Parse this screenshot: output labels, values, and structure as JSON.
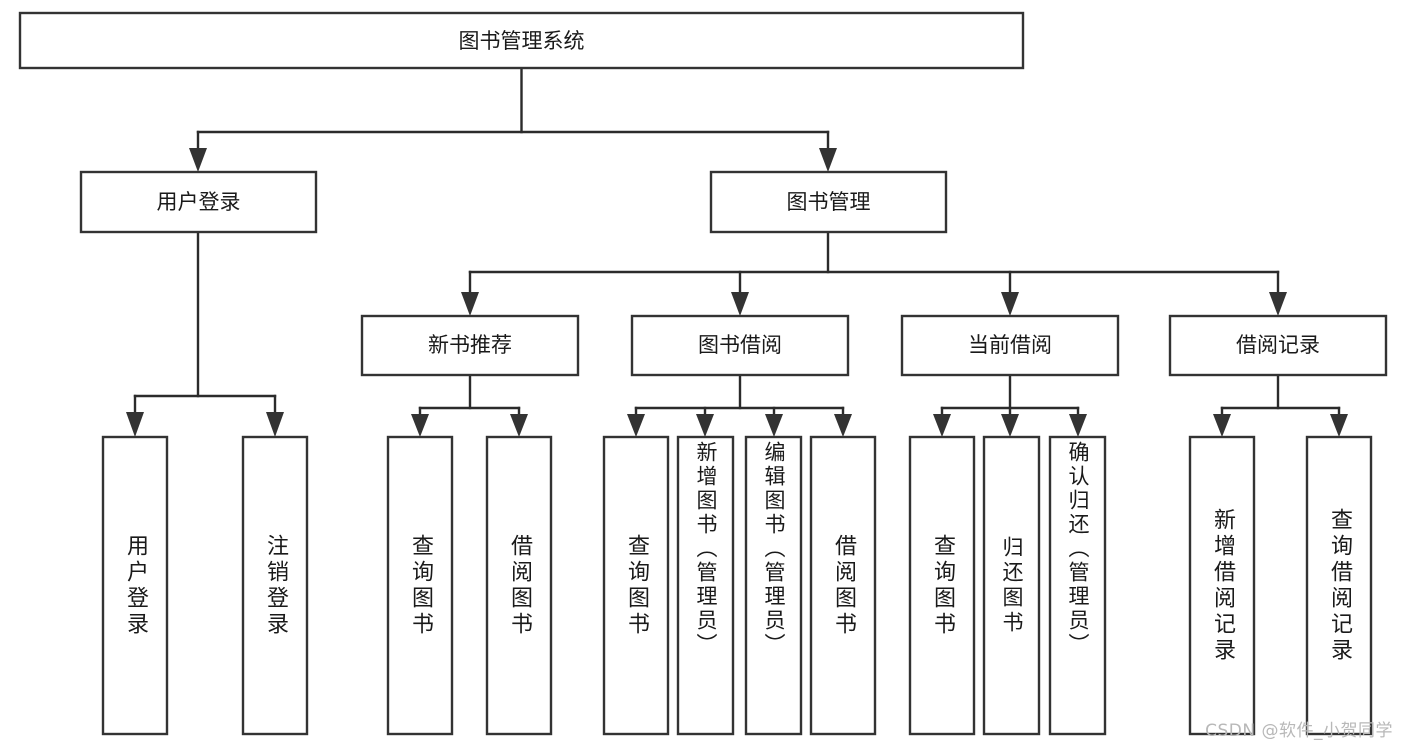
{
  "diagram": {
    "type": "tree-hierarchy-chart",
    "title": "图书管理系统",
    "watermark": "CSDN @软件_小贺同学",
    "colors": {
      "box_fill": "#ffffff",
      "box_stroke": "#333333",
      "connector": "#2b2b2b",
      "text": "#1a1a1a",
      "watermark": "#b8b8b8",
      "background": "#ffffff"
    },
    "root": {
      "label": "图书管理系统",
      "level": 0
    },
    "level2": [
      {
        "label": "用户登录"
      },
      {
        "label": "图书管理"
      }
    ],
    "level3": [
      {
        "label": "新书推荐"
      },
      {
        "label": "图书借阅"
      },
      {
        "label": "当前借阅"
      },
      {
        "label": "借阅记录"
      }
    ],
    "leaves": {
      "user_login": [
        {
          "label": "用户登录"
        },
        {
          "label": "注销登录"
        }
      ],
      "new_book": [
        {
          "label": "查询图书"
        },
        {
          "label": "借阅图书"
        }
      ],
      "book_borrow": [
        {
          "label": "查询图书"
        },
        {
          "label": "新增图书（管理员）"
        },
        {
          "label": "编辑图书（管理员）"
        },
        {
          "label": "借阅图书"
        }
      ],
      "current_borrow": [
        {
          "label": "查询图书"
        },
        {
          "label": "归还图书"
        },
        {
          "label": "确认归还（管理员）"
        }
      ],
      "borrow_record": [
        {
          "label": "新增借阅记录"
        },
        {
          "label": "查询借阅记录"
        }
      ]
    }
  }
}
